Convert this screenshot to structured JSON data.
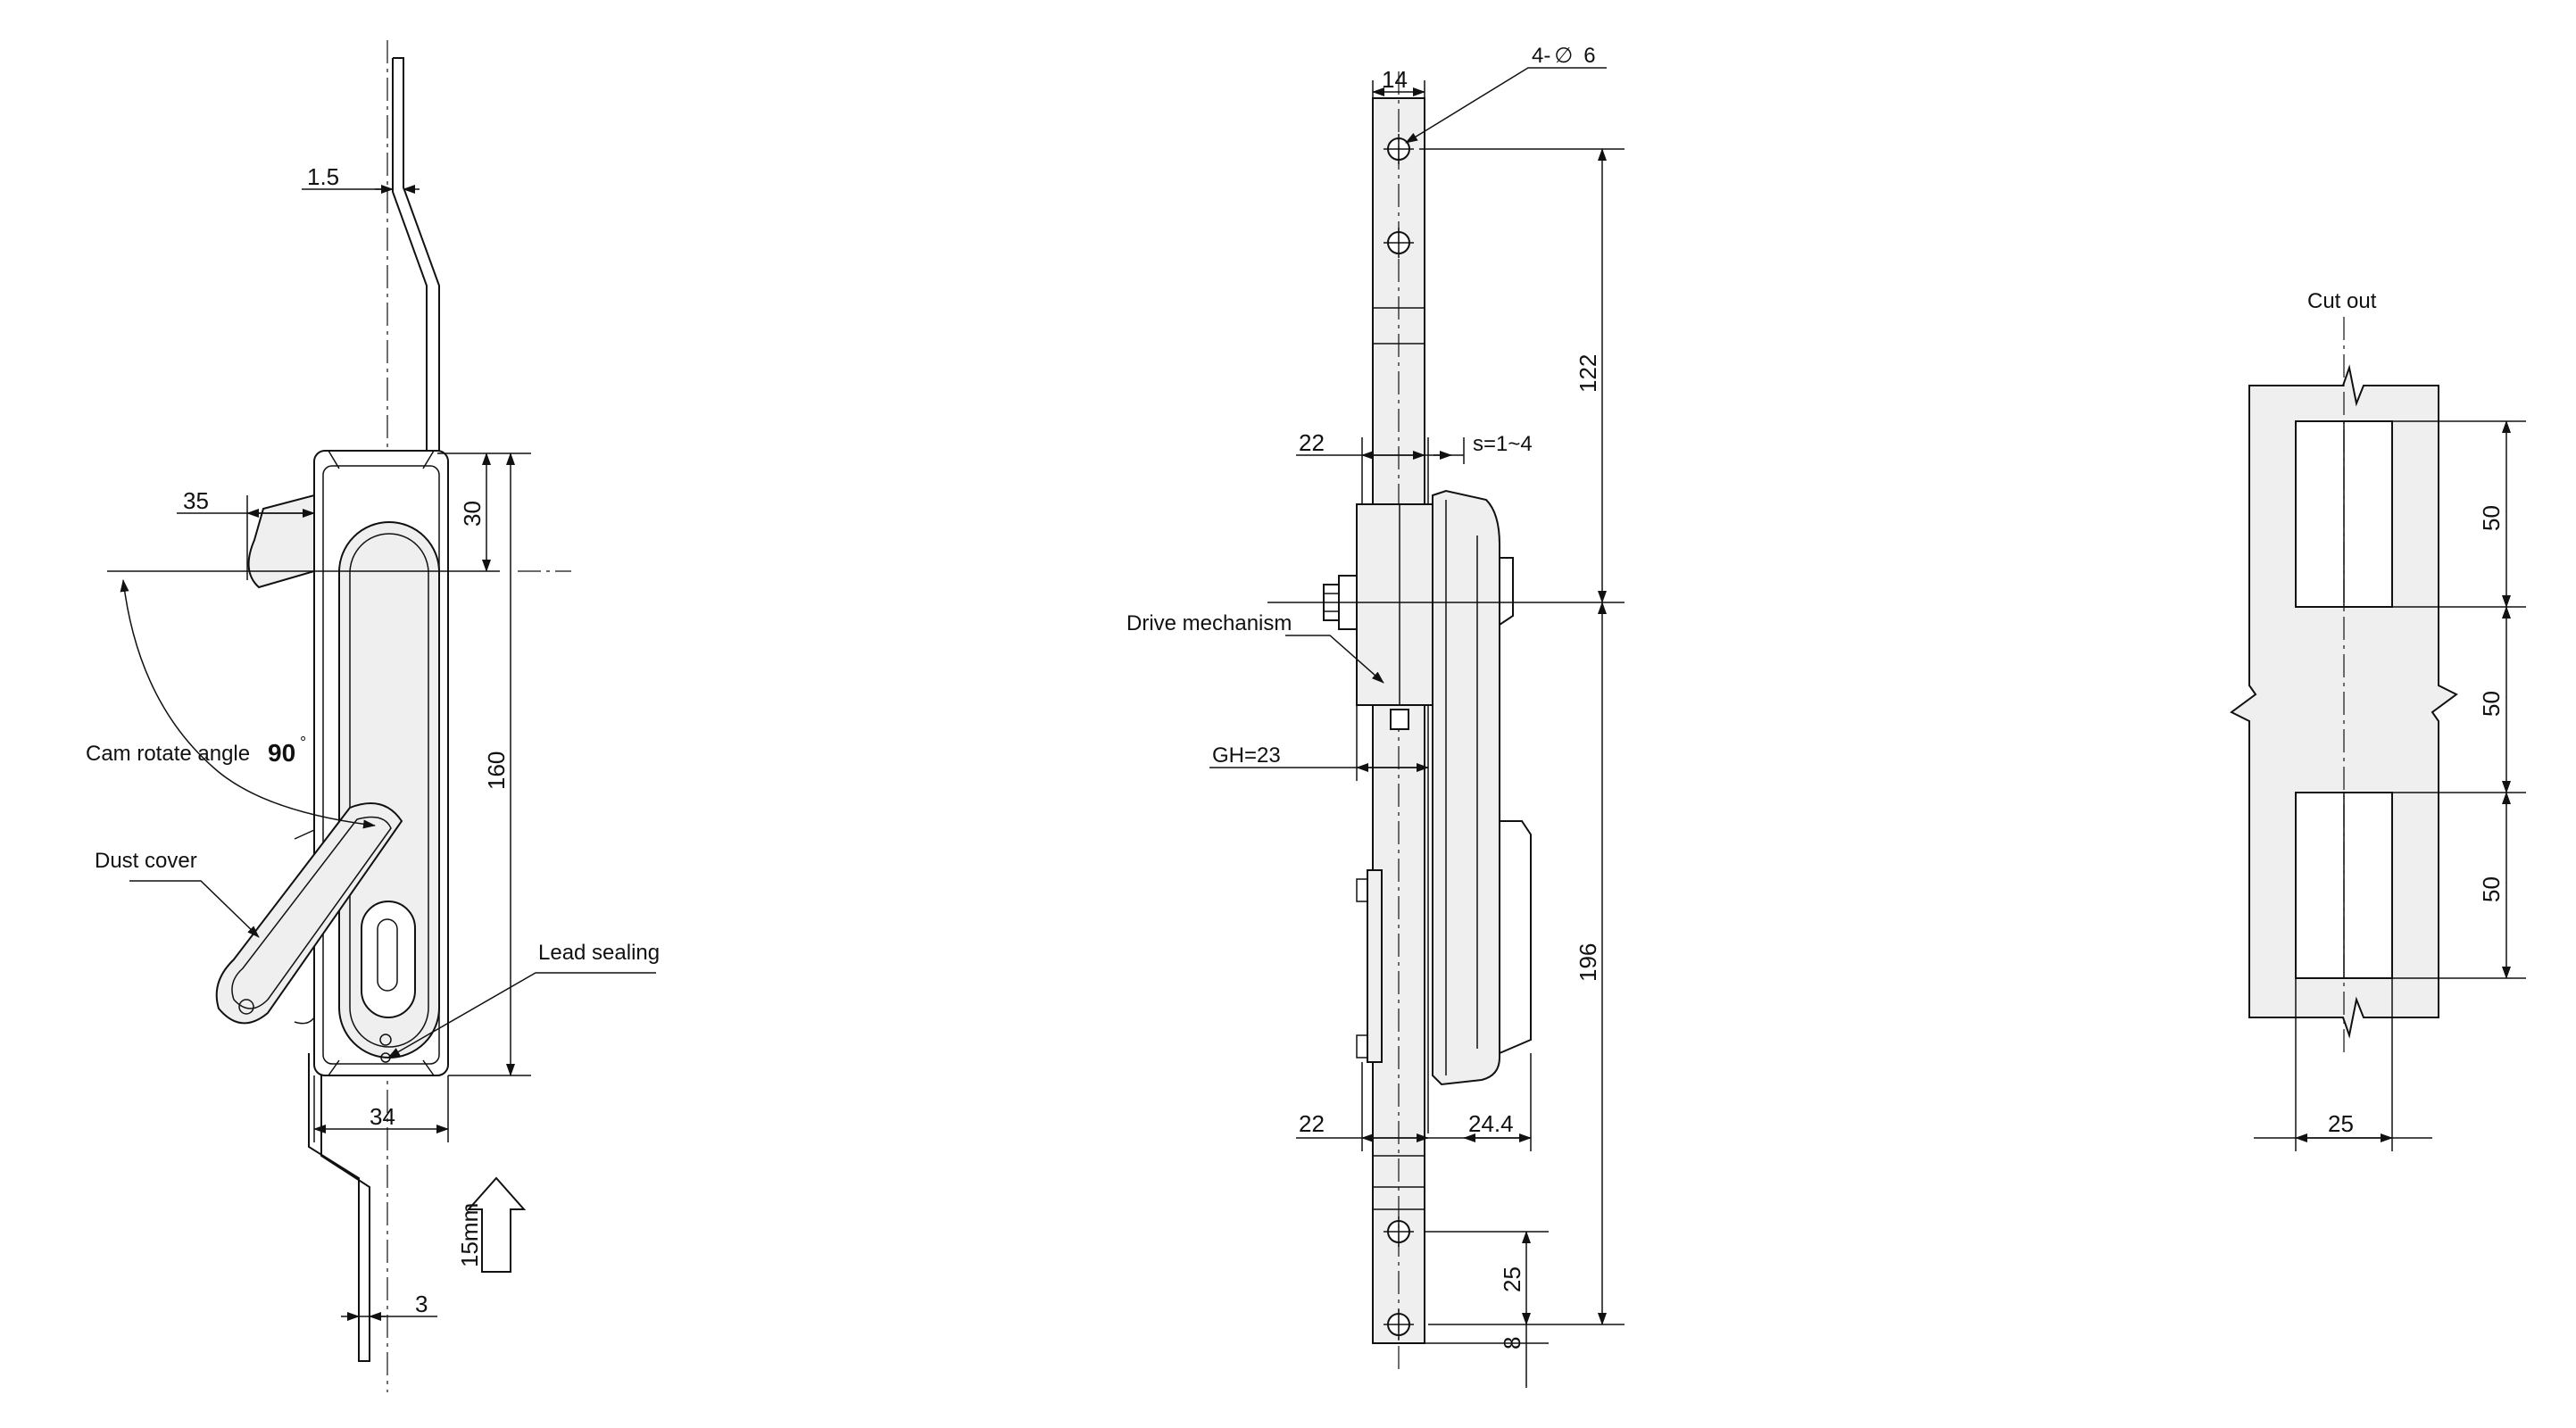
{
  "left_view": {
    "dim_rod_thickness": "1.5",
    "dim_handle_offset": "35",
    "dim_top": "30",
    "dim_height": "160",
    "dim_width": "34",
    "dim_bottom_rod": "3",
    "travel_label": "15mm",
    "label_cam_angle": "Cam rotate angle",
    "cam_angle_value": "90",
    "degree_symbol": "°",
    "label_dust_cover": "Dust cover",
    "label_lead_sealing": "Lead sealing"
  },
  "side_view": {
    "dim_bar_width": "14",
    "holes_label_prefix": "4-",
    "holes_label_phi": "∅",
    "holes_label_size": "6",
    "dim_122": "122",
    "dim_196": "196",
    "dim_22_top": "22",
    "dim_s": "s=1~4",
    "label_drive_mechanism": "Drive mechanism",
    "label_gh": "GH=23",
    "dim_22_bottom": "22",
    "dim_24_4": "24.4",
    "dim_25": "25",
    "dim_8": "8"
  },
  "cutout_view": {
    "title": "Cut out",
    "dim_50_a": "50",
    "dim_50_b": "50",
    "dim_50_c": "50",
    "dim_25": "25"
  }
}
